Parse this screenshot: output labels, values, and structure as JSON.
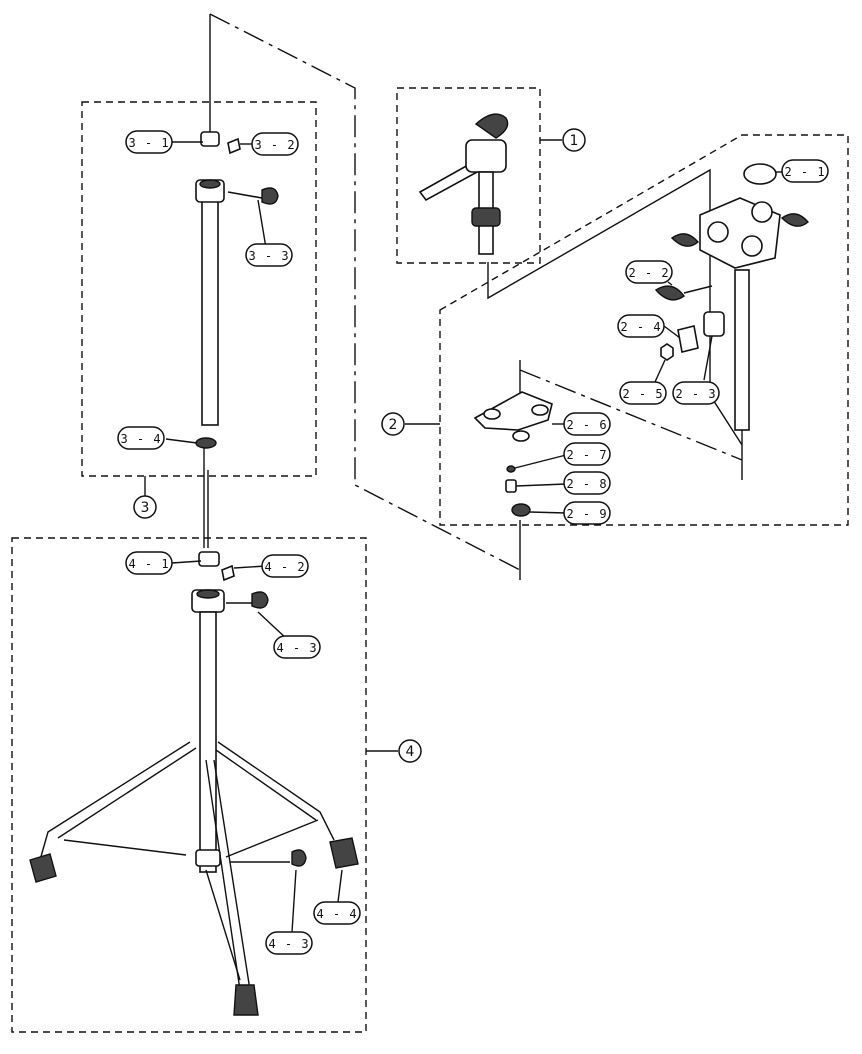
{
  "callouts": {
    "c3_1": "3 - 1",
    "c3_2": "3 - 2",
    "c3_3": "3 - 3",
    "c3_4": "3 - 4",
    "c4_1": "4 - 1",
    "c4_2": "4 - 2",
    "c4_3a": "4 - 3",
    "c4_3b": "4 - 3",
    "c4_4": "4 - 4",
    "c2_1": "2 - 1",
    "c2_2": "2 - 2",
    "c2_3": "2 - 3",
    "c2_4": "2 - 4",
    "c2_5": "2 - 5",
    "c2_6": "2 - 6",
    "c2_7": "2 - 7",
    "c2_8": "2 - 8",
    "c2_9": "2 - 9"
  },
  "groups": {
    "g1": "1",
    "g2": "2",
    "g3": "3",
    "g4": "4"
  }
}
